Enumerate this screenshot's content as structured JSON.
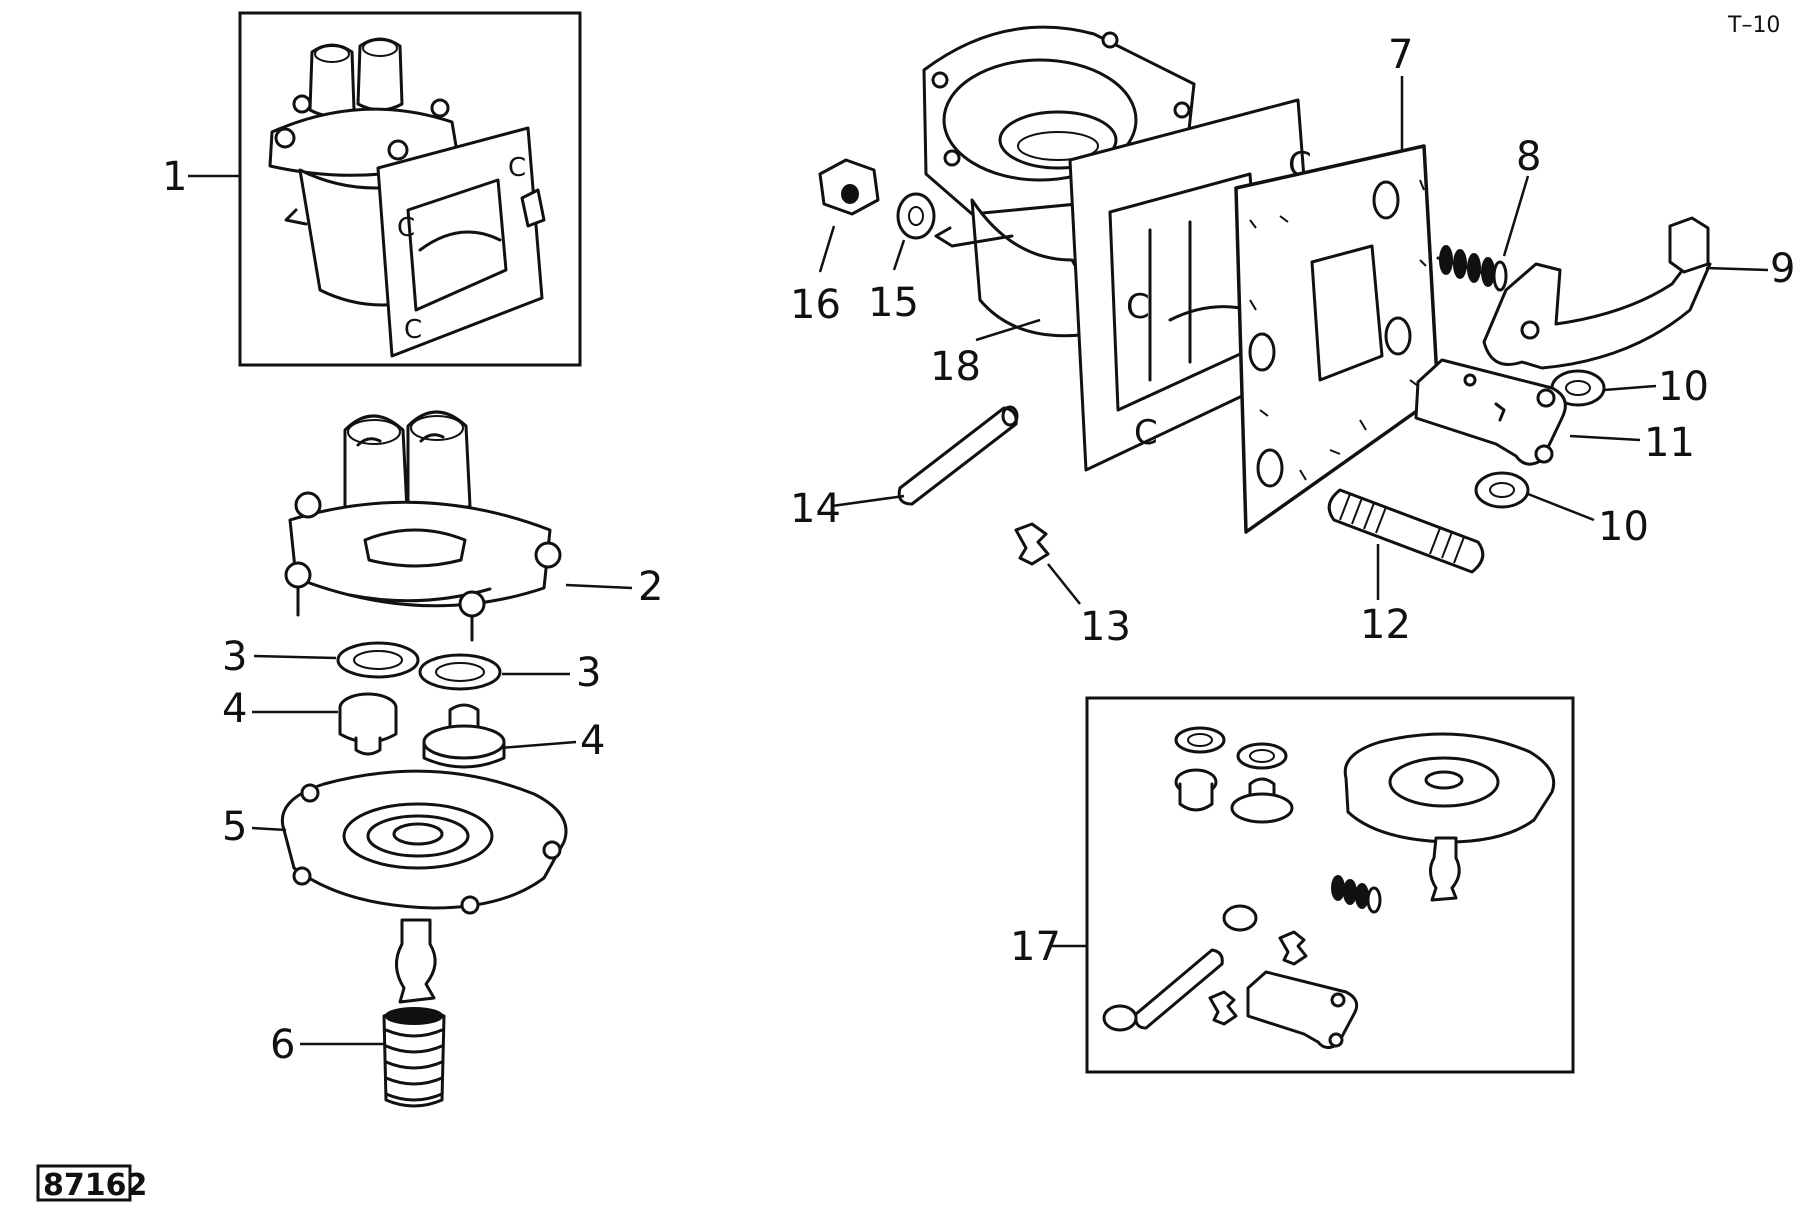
{
  "sheet_id": "T–10",
  "figure_code": "87162",
  "callouts": [
    "1",
    "2",
    "3",
    "3",
    "4",
    "4",
    "5",
    "6",
    "7",
    "8",
    "9",
    "10",
    "10",
    "11",
    "12",
    "13",
    "14",
    "15",
    "16",
    "17",
    "18"
  ]
}
